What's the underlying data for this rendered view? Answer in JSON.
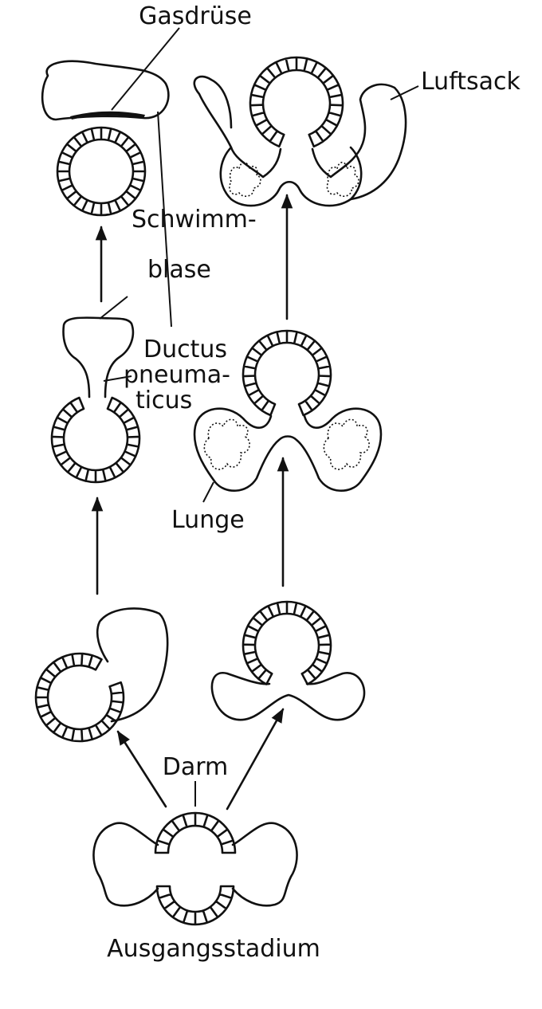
{
  "labels": {
    "gasdruese": "Gasdrüse",
    "luftsack": "Luftsack",
    "schwimm": "Schwimm-",
    "blase": "blase",
    "ductus": "Ductus",
    "pneuma": "pneuma-",
    "ticus": "ticus",
    "lunge": "Lunge",
    "darm": "Darm",
    "ausgangsstadium": "Ausgangsstadium"
  }
}
